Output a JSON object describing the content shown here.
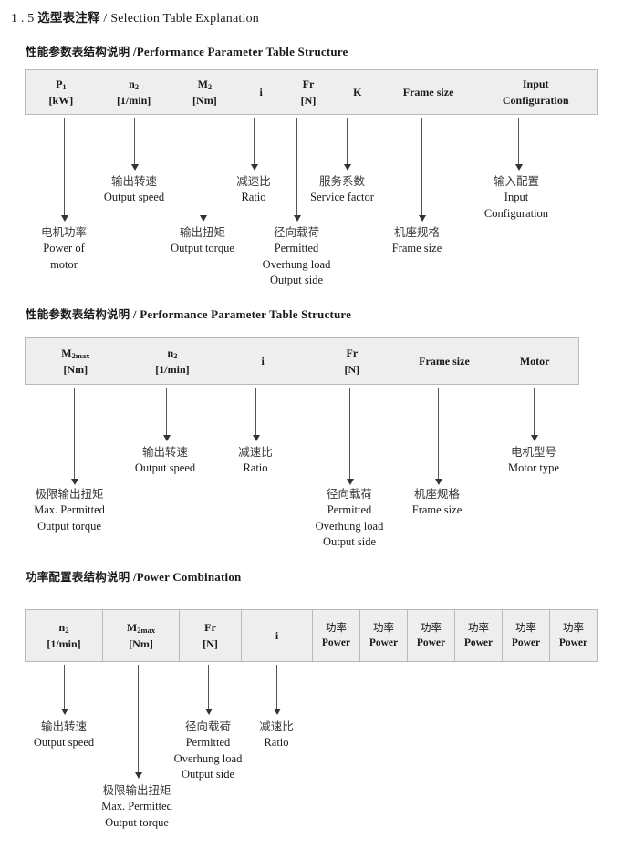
{
  "page": {
    "heading": "1 . 5 选型表注释 /  Selection Table Explanation",
    "heading_number": "1 . 5",
    "heading_cn": "选型表注释",
    "heading_sep": "/",
    "heading_en": "Selection Table Explanation"
  },
  "sections": [
    {
      "id": "performance-parameter-table-1",
      "title_cn": "性能参数表结构说明",
      "title_sep": "/",
      "title_en": "Performance Parameter Table Structure",
      "table": {
        "bordered": false,
        "columns": [
          {
            "symbol": "P",
            "sub": "1",
            "unit": "[kW]"
          },
          {
            "symbol": "n",
            "sub": "2",
            "unit": "[1/min]"
          },
          {
            "symbol": "M",
            "sub": "2",
            "unit": "[Nm]"
          },
          {
            "symbol": "i",
            "sub": "",
            "unit": ""
          },
          {
            "symbol": "Fr",
            "sub": "",
            "unit": "[N]"
          },
          {
            "symbol": "K",
            "sub": "",
            "unit": ""
          },
          {
            "symbol": "Frame size",
            "sub": "",
            "unit": ""
          },
          {
            "symbol": "Input",
            "sub": "",
            "unit": "Configuration"
          }
        ]
      },
      "annotations": [
        {
          "cn": "电机功率",
          "en": [
            "Power of",
            "motor"
          ]
        },
        {
          "cn": "输出转速",
          "en": [
            "Output speed"
          ]
        },
        {
          "cn": "输出扭矩",
          "en": [
            "Output torque"
          ]
        },
        {
          "cn": "减速比",
          "en": [
            "Ratio"
          ]
        },
        {
          "cn": "径向载荷",
          "en": [
            "Permitted",
            "Overhung load",
            "Output side"
          ]
        },
        {
          "cn": "服务系数",
          "en": [
            "Service factor"
          ]
        },
        {
          "cn": "机座规格",
          "en": [
            "Frame size"
          ]
        },
        {
          "cn": "输入配置",
          "en": [
            "Input",
            "Configuration"
          ]
        }
      ]
    },
    {
      "id": "performance-parameter-table-2",
      "title_cn": "性能参数表结构说明",
      "title_sep": "/",
      "title_en": "Performance Parameter Table Structure",
      "table": {
        "bordered": false,
        "columns": [
          {
            "symbol": "M",
            "sub": "2max",
            "unit": "[Nm]"
          },
          {
            "symbol": "n",
            "sub": "2",
            "unit": "[1/min]"
          },
          {
            "symbol": "i",
            "sub": "",
            "unit": ""
          },
          {
            "symbol": "Fr",
            "sub": "",
            "unit": "[N]"
          },
          {
            "symbol": "Frame size",
            "sub": "",
            "unit": ""
          },
          {
            "symbol": "Motor",
            "sub": "",
            "unit": ""
          }
        ]
      },
      "annotations": [
        {
          "cn": "极限输出扭矩",
          "en": [
            "Max. Permitted",
            "Output  torque"
          ]
        },
        {
          "cn": "输出转速",
          "en": [
            "Output speed"
          ]
        },
        {
          "cn": "减速比",
          "en": [
            "Ratio"
          ]
        },
        {
          "cn": "径向载荷",
          "en": [
            "Permitted",
            "Overhung load",
            "Output side"
          ]
        },
        {
          "cn": "机座规格",
          "en": [
            "Frame size"
          ]
        },
        {
          "cn": "电机型号",
          "en": [
            "Motor type"
          ]
        }
      ]
    },
    {
      "id": "power-combination-table",
      "title_cn": "功率配置表结构说明",
      "title_sep": "/",
      "title_en": "Power Combination",
      "table": {
        "bordered": true,
        "columns": [
          {
            "symbol": "n",
            "sub": "2",
            "unit": "[1/min]"
          },
          {
            "symbol": "M",
            "sub": "2max",
            "unit": "[Nm]"
          },
          {
            "symbol": "Fr",
            "sub": "",
            "unit": "[N]"
          },
          {
            "symbol": "i",
            "sub": "",
            "unit": ""
          },
          {
            "cn": "功率",
            "en": "Power"
          },
          {
            "cn": "功率",
            "en": "Power"
          },
          {
            "cn": "功率",
            "en": "Power"
          },
          {
            "cn": "功率",
            "en": "Power"
          },
          {
            "cn": "功率",
            "en": "Power"
          },
          {
            "cn": "功率",
            "en": "Power"
          }
        ]
      },
      "annotations": [
        {
          "cn": "输出转速",
          "en": [
            "Output speed"
          ]
        },
        {
          "cn": "极限输出扭矩",
          "en": [
            "Max. Permitted",
            "Output  torque"
          ]
        },
        {
          "cn": "径向载荷",
          "en": [
            "Permitted",
            "Overhung load",
            "Output side"
          ]
        },
        {
          "cn": "减速比",
          "en": [
            "Ratio"
          ]
        }
      ]
    }
  ],
  "colors": {
    "table_fill": "#eeeeee",
    "table_border": "#b9b9b9",
    "arrow": "#333333",
    "text": "#1a1a1a"
  }
}
